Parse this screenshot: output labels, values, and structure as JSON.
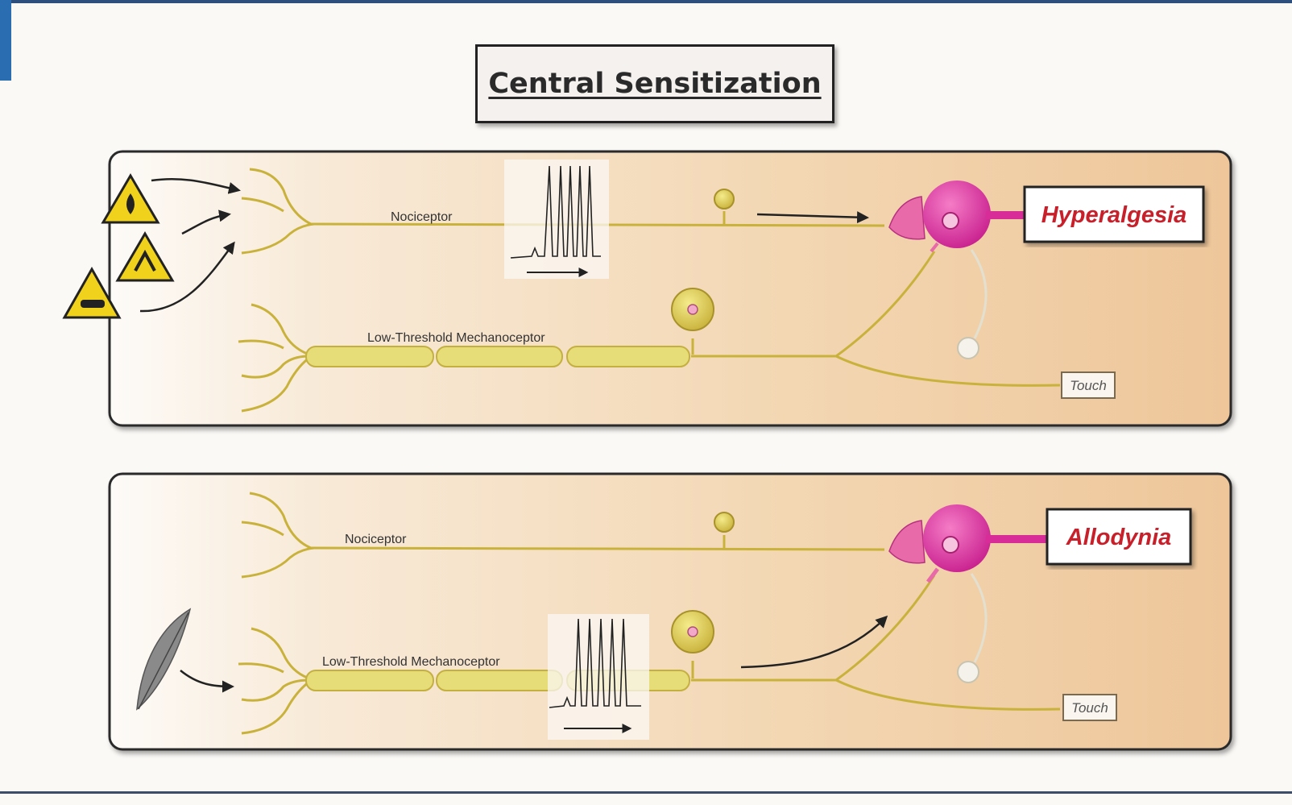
{
  "title": "Central Sensitization",
  "panels": [
    {
      "outcome": "Hyperalgesia",
      "nociceptor_label": "Nociceptor",
      "mechanoceptor_label": "Low-Threshold Mechanoceptor",
      "touch_label": "Touch",
      "stimulus": "hazard-warning-signs"
    },
    {
      "outcome": "Allodynia",
      "nociceptor_label": "Nociceptor",
      "mechanoceptor_label": "Low-Threshold Mechanoceptor",
      "touch_label": "Touch",
      "stimulus": "feather"
    }
  ],
  "colors": {
    "panel_fill": "#f3d7b3",
    "nerve": "#c9b23c",
    "myelin": "#e6dc78",
    "projection_neuron": "#e038a6",
    "outcome_text": "#c8202a"
  }
}
